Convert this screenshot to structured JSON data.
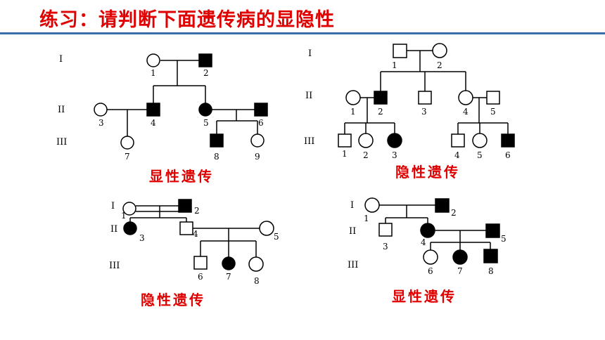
{
  "title": "练习：请判断下面遗传病的显隐性",
  "pedigrees": [
    {
      "id": "p1",
      "verdict": "显性遗传",
      "generations": [
        "I",
        "II",
        "III"
      ],
      "individuals": [
        {
          "label": "1",
          "sex": "female",
          "affected": false
        },
        {
          "label": "2",
          "sex": "male",
          "affected": true
        },
        {
          "label": "3",
          "sex": "female",
          "affected": false
        },
        {
          "label": "4",
          "sex": "male",
          "affected": true
        },
        {
          "label": "5",
          "sex": "female",
          "affected": true
        },
        {
          "label": "6",
          "sex": "male",
          "affected": true
        },
        {
          "label": "7",
          "sex": "female",
          "affected": false
        },
        {
          "label": "8",
          "sex": "male",
          "affected": true
        },
        {
          "label": "9",
          "sex": "female",
          "affected": false
        }
      ]
    },
    {
      "id": "p2",
      "verdict": "隐性遗传",
      "generations": [
        "I",
        "II",
        "III"
      ],
      "individuals": [
        {
          "label": "1",
          "sex": "male",
          "affected": false
        },
        {
          "label": "2",
          "sex": "female",
          "affected": false
        },
        {
          "label": "1",
          "sex": "female",
          "affected": false
        },
        {
          "label": "2",
          "sex": "male",
          "affected": true
        },
        {
          "label": "3",
          "sex": "male",
          "affected": false
        },
        {
          "label": "4",
          "sex": "female",
          "affected": false
        },
        {
          "label": "5",
          "sex": "male",
          "affected": false
        },
        {
          "label": "1",
          "sex": "male",
          "affected": false
        },
        {
          "label": "2",
          "sex": "female",
          "affected": false
        },
        {
          "label": "3",
          "sex": "female",
          "affected": true
        },
        {
          "label": "4",
          "sex": "male",
          "affected": false
        },
        {
          "label": "5",
          "sex": "female",
          "affected": false
        },
        {
          "label": "6",
          "sex": "male",
          "affected": true
        }
      ]
    },
    {
      "id": "p3",
      "verdict": "隐性遗传",
      "generations": [
        "I",
        "II",
        "III"
      ],
      "individuals": [
        {
          "label": "1",
          "sex": "female",
          "affected": false
        },
        {
          "label": "2",
          "sex": "male",
          "affected": true
        },
        {
          "label": "3",
          "sex": "female",
          "affected": true
        },
        {
          "label": "4",
          "sex": "male",
          "affected": false
        },
        {
          "label": "5",
          "sex": "female",
          "affected": false
        },
        {
          "label": "6",
          "sex": "male",
          "affected": false
        },
        {
          "label": "7",
          "sex": "female",
          "affected": true
        },
        {
          "label": "8",
          "sex": "female",
          "affected": false
        }
      ]
    },
    {
      "id": "p4",
      "verdict": "显性遗传",
      "generations": [
        "I",
        "II",
        "III"
      ],
      "individuals": [
        {
          "label": "1",
          "sex": "female",
          "affected": false
        },
        {
          "label": "2",
          "sex": "male",
          "affected": true
        },
        {
          "label": "3",
          "sex": "male",
          "affected": false
        },
        {
          "label": "4",
          "sex": "female",
          "affected": true
        },
        {
          "label": "5",
          "sex": "male",
          "affected": true
        },
        {
          "label": "6",
          "sex": "female",
          "affected": false
        },
        {
          "label": "7",
          "sex": "female",
          "affected": true
        },
        {
          "label": "8",
          "sex": "male",
          "affected": true
        }
      ]
    }
  ],
  "colors": {
    "title": "#e00000",
    "rule": "#3a6ea8",
    "affected": "#000000",
    "verdict": "#e00000"
  }
}
